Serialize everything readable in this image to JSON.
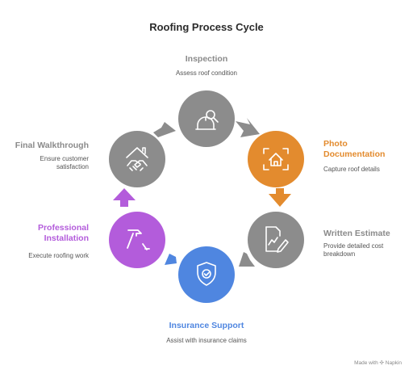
{
  "title": "Roofing Process Cycle",
  "footer": "Made with ✣ Napkin",
  "colors": {
    "gray": "#8c8c8c",
    "orange": "#e38b2e",
    "blue": "#4f86e0",
    "purple": "#b35cdb",
    "icon_stroke": "#ffffff",
    "gray_label": "#8a8a8a"
  },
  "steps": [
    {
      "label": "Inspection",
      "description": "Assess roof condition",
      "color": "#8c8c8c",
      "icon": "helmet-magnifier-icon"
    },
    {
      "label": "Photo Documentation",
      "description": "Capture roof details",
      "color": "#e38b2e",
      "icon": "house-frame-icon"
    },
    {
      "label": "Written Estimate",
      "description": "Provide detailed cost breakdown",
      "color": "#8c8c8c",
      "icon": "document-pen-icon"
    },
    {
      "label": "Insurance Support",
      "description": "Assist with insurance claims",
      "color": "#4f86e0",
      "icon": "shield-check-icon"
    },
    {
      "label": "Professional Installation",
      "description": "Execute roofing work",
      "color": "#b35cdb",
      "icon": "hammer-nail-icon"
    },
    {
      "label": "Final Walkthrough",
      "description": "Ensure customer satisfaction",
      "color": "#8c8c8c",
      "icon": "house-handshake-icon"
    }
  ]
}
